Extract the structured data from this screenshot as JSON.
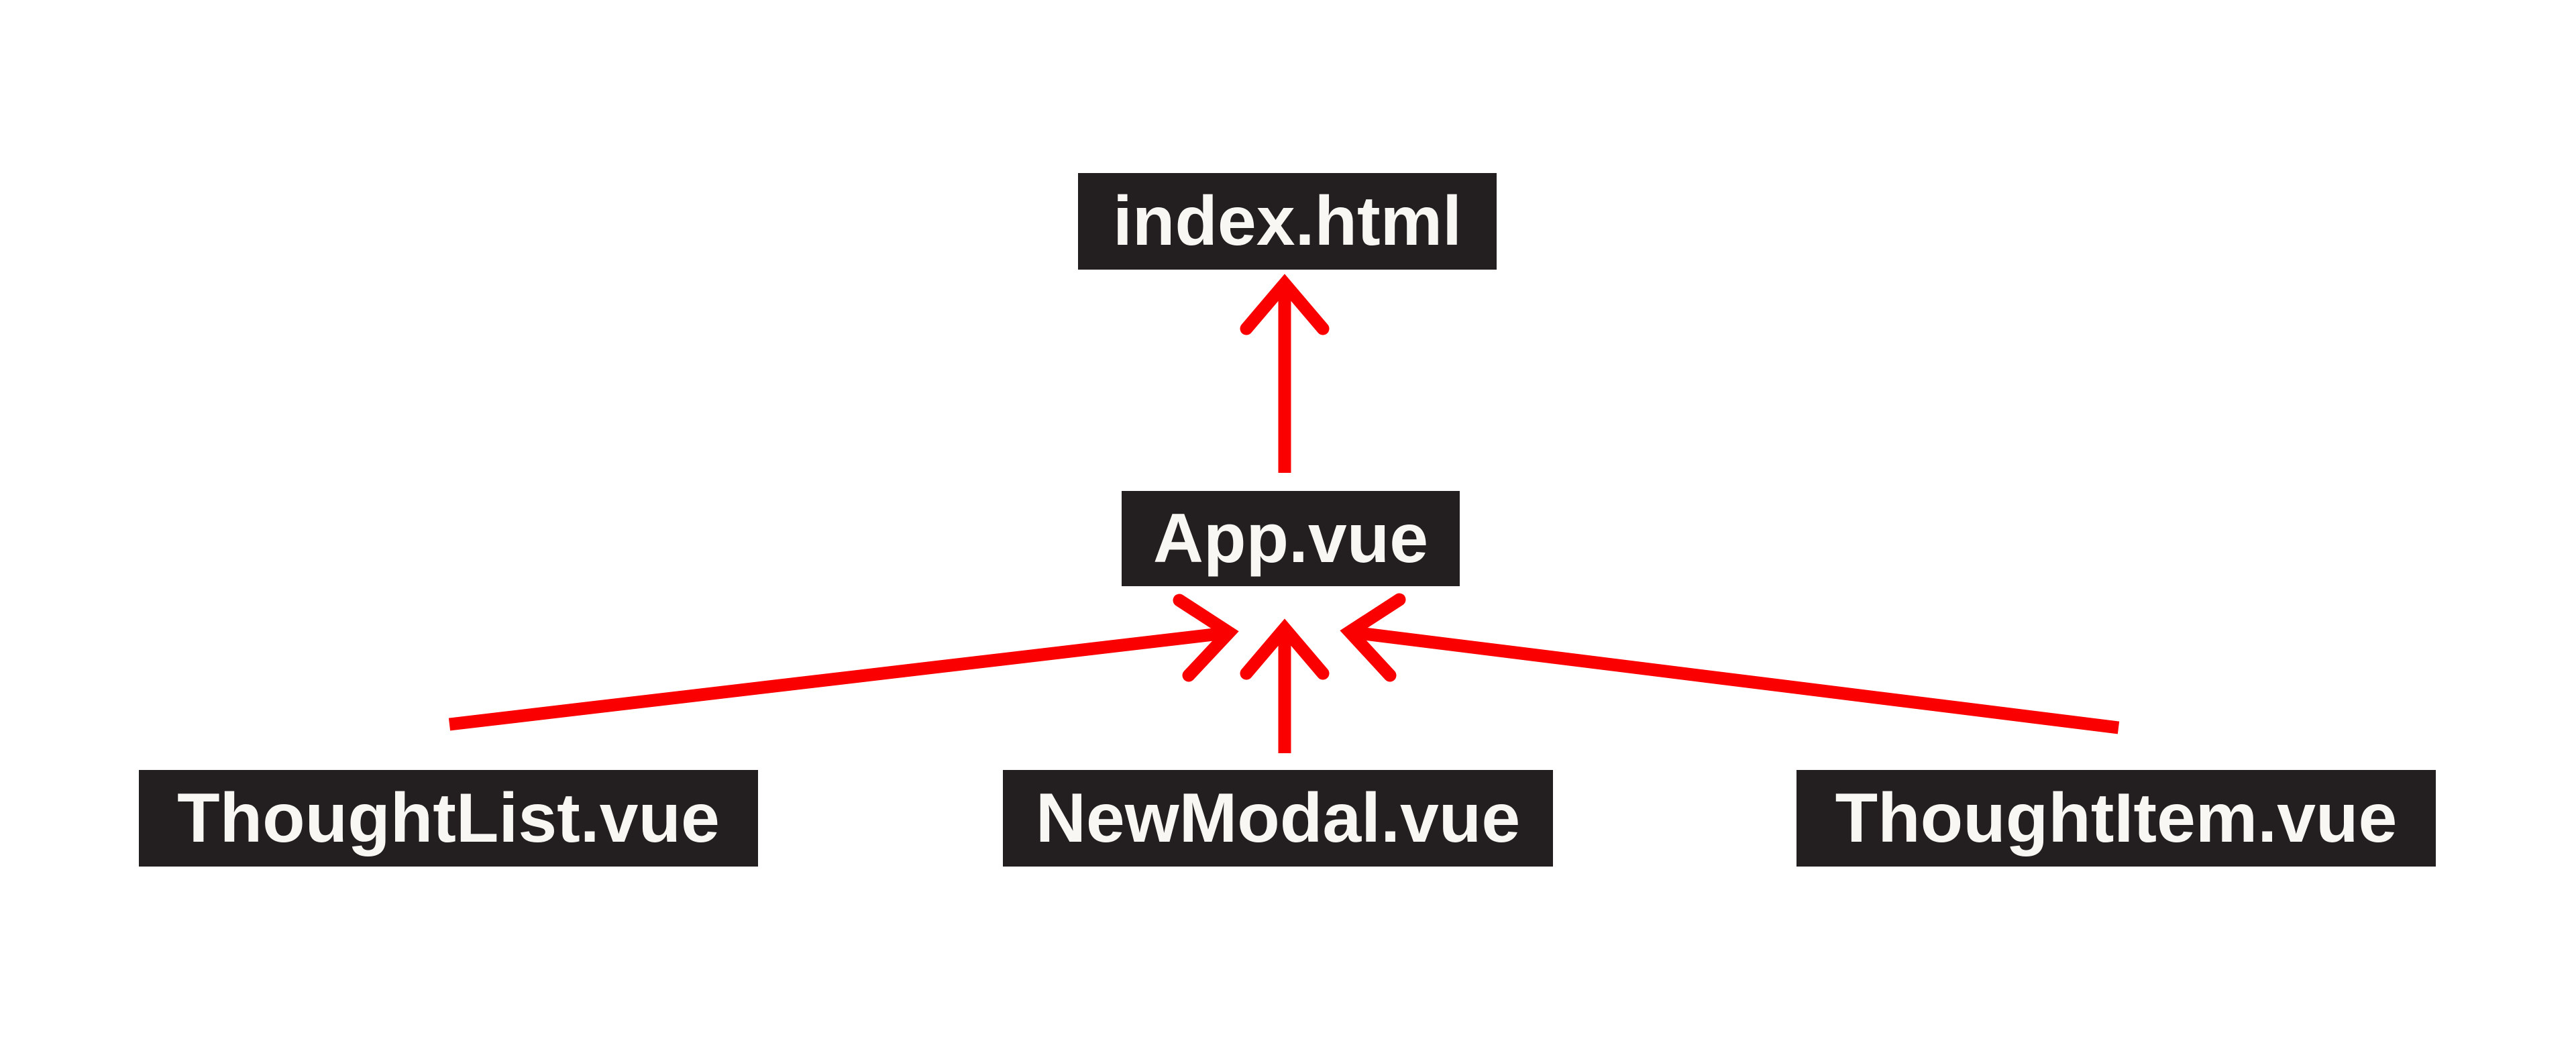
{
  "diagram": {
    "description": "Vue component hierarchy diagram",
    "colors": {
      "background": "#ffffff",
      "node_fill": "#231f20",
      "node_text": "#f8f7f4",
      "arrow": "#fb0000"
    },
    "nodes": [
      {
        "id": "index",
        "label": "index.html"
      },
      {
        "id": "app",
        "label": "App.vue"
      },
      {
        "id": "thoughtlist",
        "label": "ThoughtList.vue"
      },
      {
        "id": "newmodal",
        "label": "NewModal.vue"
      },
      {
        "id": "thoughtitem",
        "label": "ThoughtItem.vue"
      }
    ],
    "edges": [
      {
        "from": "App.vue",
        "to": "index.html"
      },
      {
        "from": "NewModal.vue",
        "to": "App.vue"
      },
      {
        "from": "ThoughtList.vue",
        "to": "App.vue"
      },
      {
        "from": "ThoughtItem.vue",
        "to": "App.vue"
      }
    ]
  }
}
